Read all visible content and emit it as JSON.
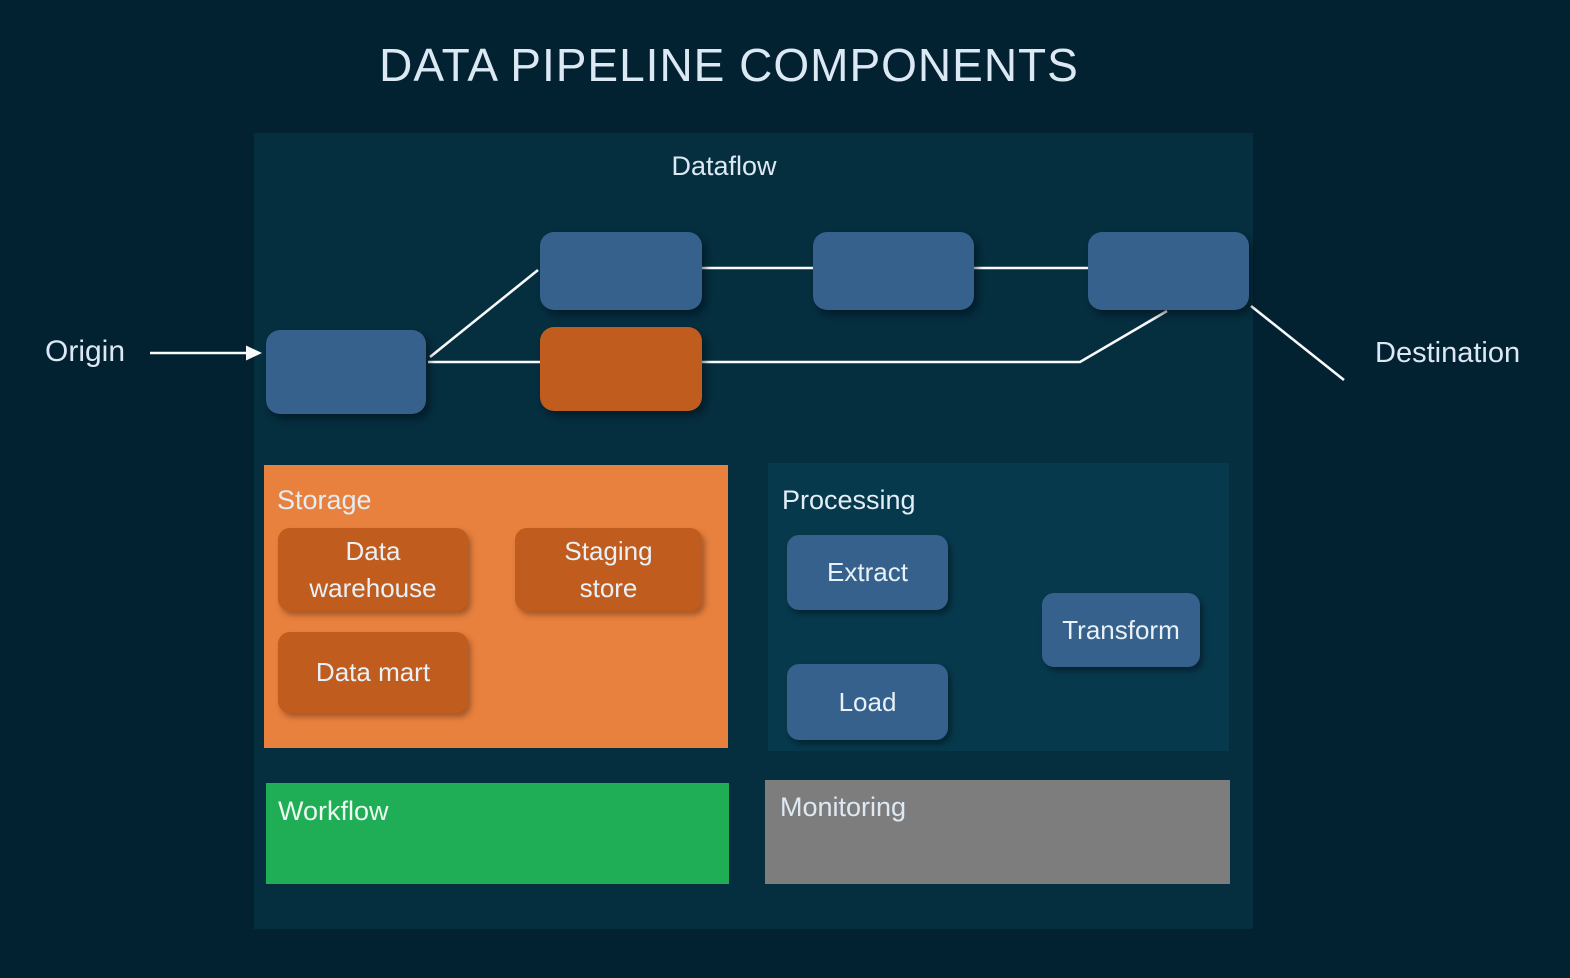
{
  "page": {
    "title": "DATA PIPELINE COMPONENTS"
  },
  "dataflow": {
    "title": "Dataflow",
    "source_label": "Origin",
    "sink_label": "Destination"
  },
  "storage": {
    "title": "Storage",
    "nodes": [
      {
        "label": "Data warehouse"
      },
      {
        "label": "Staging store"
      },
      {
        "label": "Data mart"
      }
    ]
  },
  "processing": {
    "title": "Processing",
    "nodes": [
      {
        "label": "Extract"
      },
      {
        "label": "Transform"
      },
      {
        "label": "Load"
      }
    ]
  },
  "workflow": {
    "title": "Workflow"
  },
  "monitoring": {
    "title": "Monitoring"
  },
  "colors": {
    "background": "#032231",
    "dataflow_panel": "#052e3f",
    "processing_panel": "#07394d",
    "node_blue": "#35618c",
    "storage_panel_orange": "#e8803e",
    "node_dark_orange": "#c05d1e",
    "workflow_green": "#1fad55",
    "monitoring_gray": "#7e7d7d",
    "text_light": "#dce8f4",
    "connector_white": "#f8fafc"
  }
}
